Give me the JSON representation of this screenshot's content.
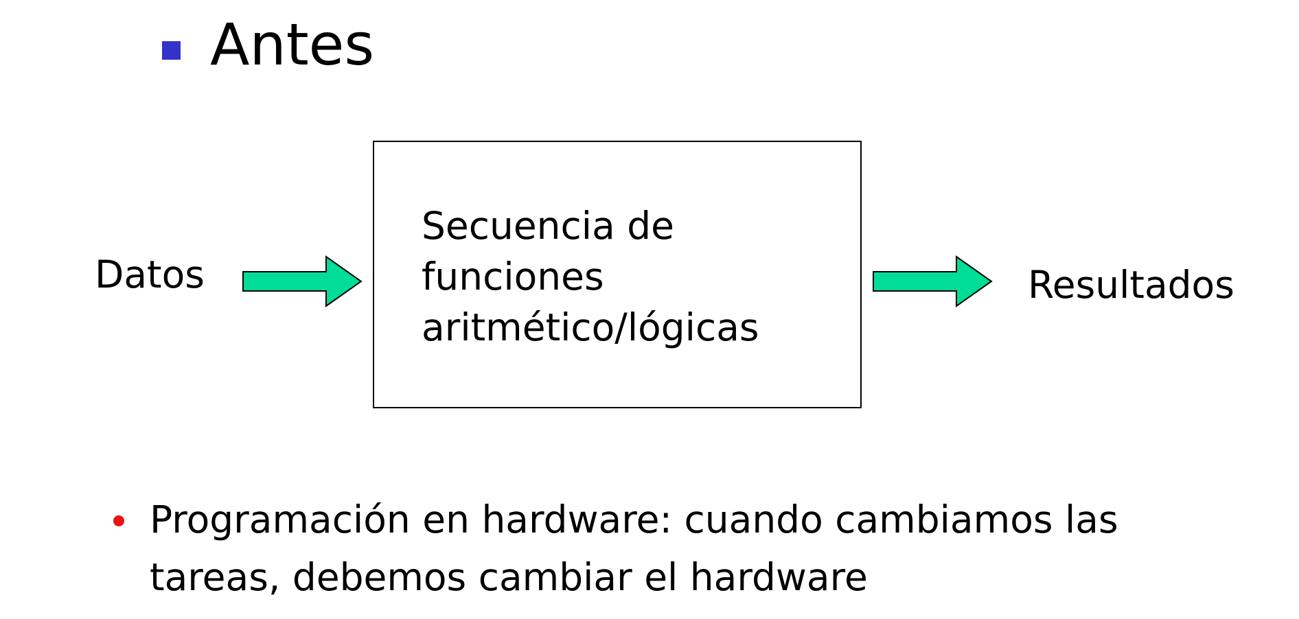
{
  "title": {
    "text": "Antes",
    "bullet_color": "#3333cc"
  },
  "diagram": {
    "input_label": "Datos",
    "box_lines": [
      "Secuencia de",
      "funciones",
      "aritmético/lógicas"
    ],
    "output_label": "Resultados",
    "arrow_fill": "#00dd99",
    "arrow_stroke": "#000000"
  },
  "bullet": {
    "color": "#ee1111",
    "lines": [
      "Programación en hardware: cuando cambiamos las",
      "tareas, debemos cambiar el hardware"
    ]
  }
}
